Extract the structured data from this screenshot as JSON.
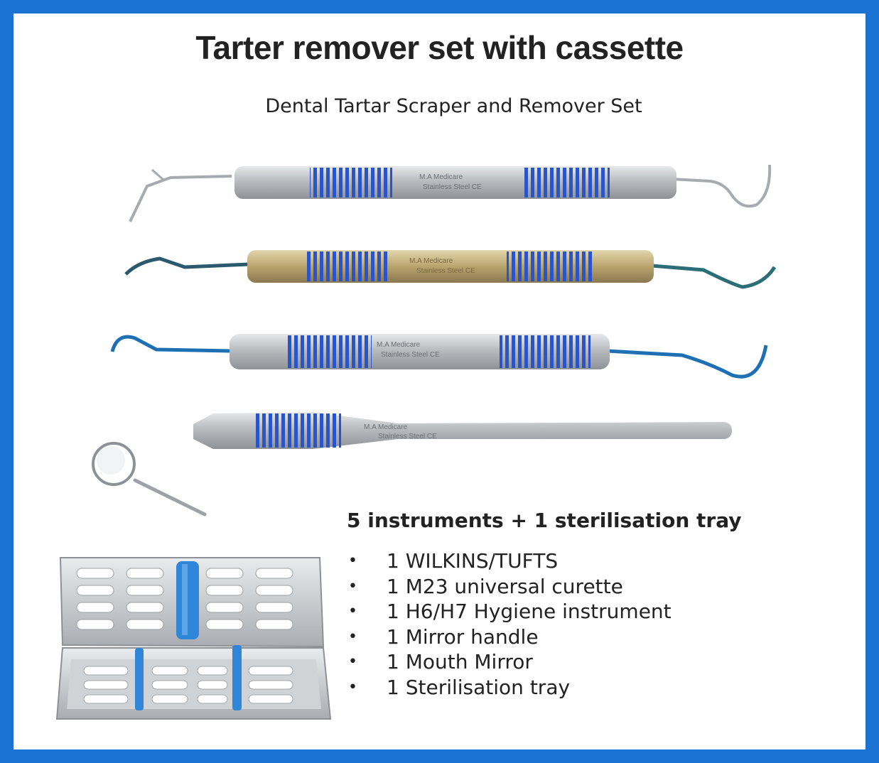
{
  "header": {
    "title": "Tarter remover set with cassette",
    "subtitle": "Dental Tartar Scraper and Remover Set"
  },
  "colors": {
    "frame": "#1a73d2",
    "band": "#2a55c8",
    "steel": "#b9bcbf",
    "gold": "#b9a46e",
    "tray_blue": "#2f86d8"
  },
  "instruments": {
    "engraving": {
      "brand": "M.A Medicare",
      "material": "Stainless Steel CE"
    }
  },
  "set": {
    "heading": "5 instruments + 1 sterilisation tray",
    "items": [
      "1 WILKINS/TUFTS",
      "1 M23 universal curette",
      "1 H6/H7 Hygiene instrument",
      "1 Mirror handle",
      "1 Mouth Mirror",
      "1 Sterilisation tray"
    ]
  }
}
